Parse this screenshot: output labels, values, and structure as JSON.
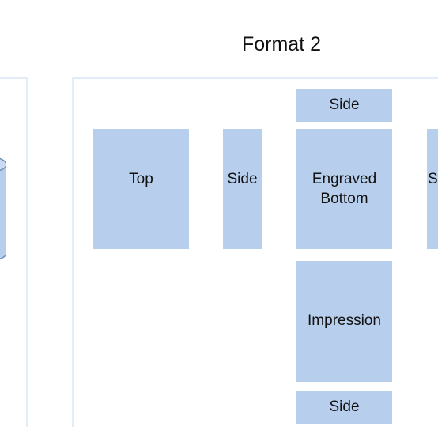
{
  "format_title": "Format 2",
  "boxes": {
    "top": "Top",
    "side_left": "Side",
    "side_top": "Side",
    "bottom_line1": "Engraved",
    "bottom_line2": "Bottom",
    "side_right": "Side",
    "impression": "Impression",
    "side_bottom": "Side"
  },
  "colors": {
    "box_fill": "#b7cfec",
    "frame_border": "#e3edf9",
    "text": "#111111"
  }
}
